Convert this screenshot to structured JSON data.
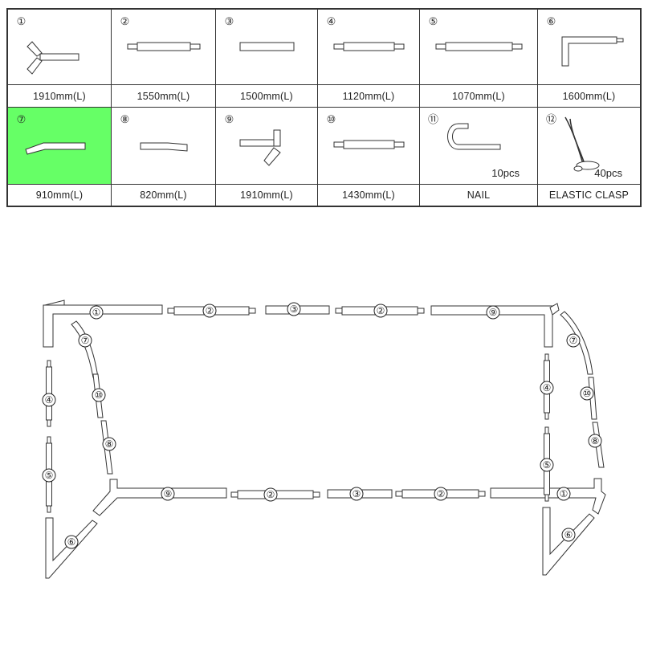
{
  "parts": [
    {
      "num": "①",
      "caption": "1910mm(L)",
      "icon": "t-joint-tube-icon",
      "highlight": false
    },
    {
      "num": "②",
      "caption": "1550mm(L)",
      "icon": "double-pin-tube-icon",
      "highlight": false
    },
    {
      "num": "③",
      "caption": "1500mm(L)",
      "icon": "plain-tube-icon",
      "highlight": false
    },
    {
      "num": "④",
      "caption": "1120mm(L)",
      "icon": "double-pin-tube-icon",
      "highlight": false
    },
    {
      "num": "⑤",
      "caption": "1070mm(L)",
      "icon": "double-pin-tube-icon",
      "highlight": false
    },
    {
      "num": "⑥",
      "caption": "1600mm(L)",
      "icon": "l-bend-tube-icon",
      "highlight": false
    },
    {
      "num": "⑦",
      "caption": "910mm(L)",
      "icon": "angled-tube-icon",
      "highlight": true
    },
    {
      "num": "⑧",
      "caption": "820mm(L)",
      "icon": "bent-tube-icon",
      "highlight": false
    },
    {
      "num": "⑨",
      "caption": "1910mm(L)",
      "icon": "t-joint-tube-icon",
      "highlight": false
    },
    {
      "num": "⑩",
      "caption": "1430mm(L)",
      "icon": "double-pin-tube-icon",
      "highlight": false
    },
    {
      "num": "⑪",
      "caption": "NAIL",
      "quantity": "10pcs",
      "icon": "u-nail-icon",
      "highlight": false
    },
    {
      "num": "⑫",
      "caption": "ELASTIC CLASP",
      "quantity": "40pcs",
      "icon": "elastic-clasp-icon",
      "highlight": false
    }
  ],
  "assembly_labels": [
    "①",
    "②",
    "③",
    "②",
    "⑨",
    "⑦",
    "⑩",
    "⑧",
    "④",
    "⑤",
    "⑥",
    "⑨",
    "②",
    "③",
    "②",
    "①",
    "④",
    "⑤",
    "⑥",
    "⑦",
    "⑩",
    "⑧"
  ],
  "colors": {
    "highlight": "#66ff66",
    "line": "#333333"
  }
}
